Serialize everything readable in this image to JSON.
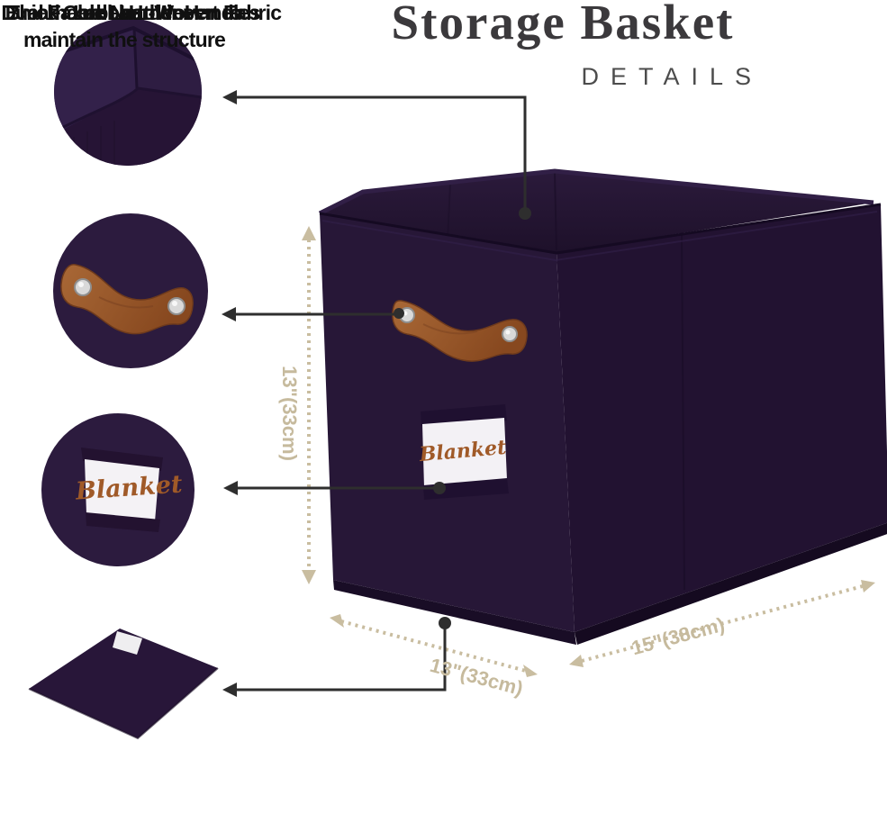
{
  "header": {
    "title": "Storage Basket",
    "subtitle": "DETAILS"
  },
  "features": [
    {
      "id": "fabric",
      "label": "Breathable Non-Woven Fabric"
    },
    {
      "id": "handles",
      "label": "Dual Faxux Leather Handles"
    },
    {
      "id": "label-holder",
      "label": "Label Holder"
    },
    {
      "id": "cardboard",
      "label_line1": "Thick Cardboard insert to",
      "label_line2": "maintain the structure"
    }
  ],
  "basket": {
    "tag_text": "Blanket"
  },
  "dimensions": {
    "height": "13\"(33cm)",
    "front_width": "13\"(33cm)",
    "side_depth": "15\"(38cm)"
  },
  "colors": {
    "fabric_purple_front": "#271737",
    "fabric_purple_side": "#221231",
    "fabric_purple_interior": "#2a1939",
    "leather_brown": "#9c5c2e",
    "dimension_tan": "#c9bda0",
    "callout_black": "#2e2e2e",
    "script_brown": "#a05a28",
    "title_gray": "#3b393c"
  }
}
